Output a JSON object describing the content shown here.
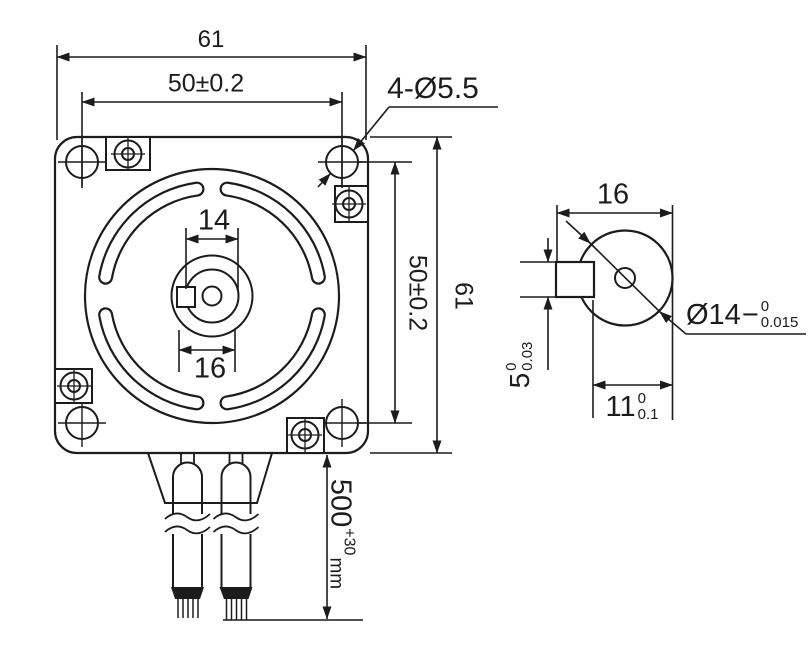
{
  "page": {
    "background": "#ffffff",
    "ink": "#1c1c1c"
  },
  "front_view": {
    "dim_width_overall": "61",
    "dim_hole_spacing_horizontal": "50±0.2",
    "dim_mounting_holes": "4-Ø5.5",
    "dim_shaft_flat": "14",
    "dim_shaft_boss": "16",
    "dim_hole_spacing_vertical": "50±0.2",
    "dim_height_overall": "61",
    "dim_cable_length": {
      "nominal": "500",
      "tol_upper": "+30",
      "unit": "mm"
    }
  },
  "shaft_view": {
    "dim_boss_width": "16",
    "dim_shaft_diameter": {
      "prefix": "Ø14",
      "sign": "−",
      "tol_upper": "0",
      "tol_lower": "0.015"
    },
    "dim_flat_height": {
      "nominal": "5",
      "tol_upper": "0",
      "tol_lower": "0.03"
    },
    "dim_flat_width": {
      "nominal": "11",
      "tol_upper": "0",
      "tol_lower": "0.1"
    }
  }
}
